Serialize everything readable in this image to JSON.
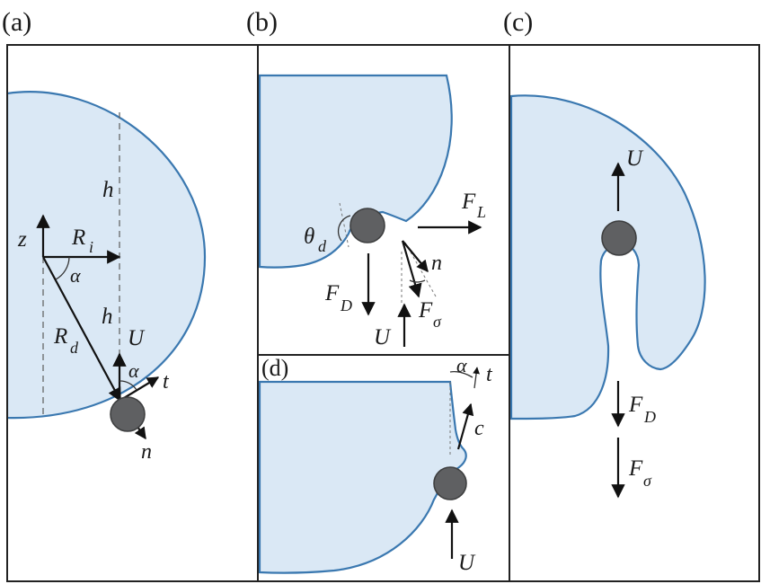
{
  "panels": {
    "a": {
      "label": "(a)",
      "symbols": {
        "z": "z",
        "R": "R",
        "i": "i",
        "alpha": "α",
        "h": "h",
        "d": "d",
        "U": "U",
        "t": "t",
        "n": "n"
      }
    },
    "b": {
      "label": "(b)",
      "symbols": {
        "theta": "θ",
        "d": "d",
        "F": "F",
        "L": "L",
        "D": "D",
        "n": "n",
        "sigma": "σ",
        "U": "U"
      }
    },
    "c": {
      "label": "(c)",
      "symbols": {
        "U": "U",
        "F": "F",
        "D": "D",
        "sigma": "σ"
      }
    },
    "d": {
      "label": "(d)",
      "symbols": {
        "alpha": "α",
        "t": "t",
        "c": "c",
        "U": "U"
      }
    }
  },
  "colors": {
    "droplet_fill": "#dae8f5",
    "droplet_edge": "#3a78b0",
    "particle": "#5f6062"
  }
}
